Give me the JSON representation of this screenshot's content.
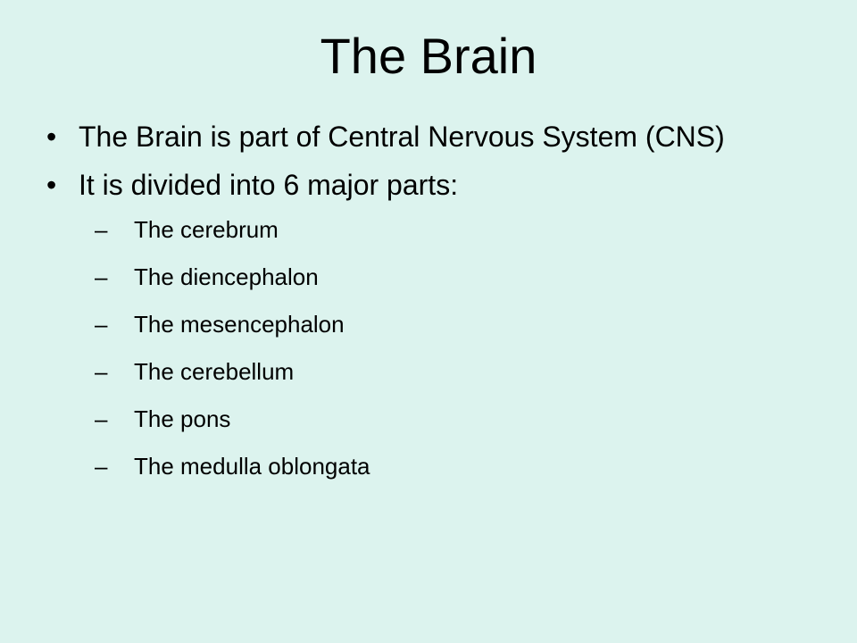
{
  "slide": {
    "title": "The Brain",
    "background_color": "#dcf3ee",
    "bullets": [
      {
        "marker": "•",
        "text": "The Brain is part of Central Nervous System (CNS)"
      },
      {
        "marker": "•",
        "text": "It is divided into 6 major parts:",
        "subitems": [
          {
            "marker": "–",
            "text": "The cerebrum"
          },
          {
            "marker": "–",
            "text": "The diencephalon"
          },
          {
            "marker": "–",
            "text": "The mesencephalon"
          },
          {
            "marker": "–",
            "text": "The cerebellum"
          },
          {
            "marker": "–",
            "text": "The pons"
          },
          {
            "marker": "–",
            "text": "The medulla oblongata"
          }
        ]
      }
    ]
  }
}
